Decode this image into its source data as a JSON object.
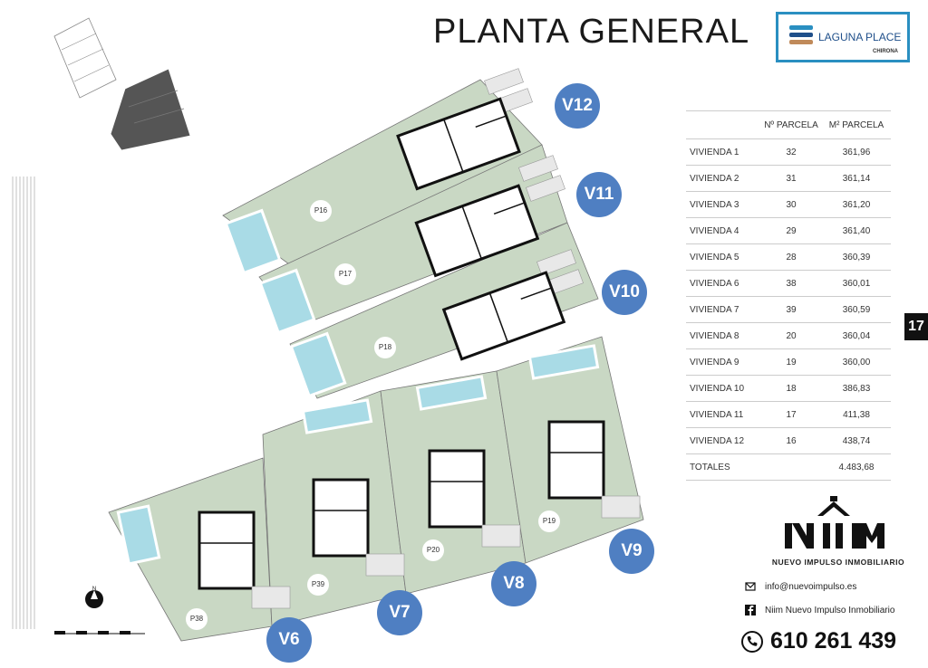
{
  "title": "PLANTA GENERAL",
  "logo": {
    "brand": "LAGUNA PLACE",
    "location": "CHIRONA",
    "colors": [
      "#2a8fc1",
      "#1f4f8a",
      "#c08a5a"
    ]
  },
  "page_number": "17",
  "table": {
    "headers": [
      "",
      "Nº PARCELA",
      "M² PARCELA"
    ],
    "rows": [
      [
        "VIVIENDA 1",
        "32",
        "361,96"
      ],
      [
        "VIVIENDA 2",
        "31",
        "361,14"
      ],
      [
        "VIVIENDA 3",
        "30",
        "361,20"
      ],
      [
        "VIVIENDA 4",
        "29",
        "361,40"
      ],
      [
        "VIVIENDA 5",
        "28",
        "360,39"
      ],
      [
        "VIVIENDA 6",
        "38",
        "360,01"
      ],
      [
        "VIVIENDA 7",
        "39",
        "360,59"
      ],
      [
        "VIVIENDA 8",
        "20",
        "360,04"
      ],
      [
        "VIVIENDA 9",
        "19",
        "360,00"
      ],
      [
        "VIVIENDA 10",
        "18",
        "386,83"
      ],
      [
        "VIVIENDA 11",
        "17",
        "411,38"
      ],
      [
        "VIVIENDA 12",
        "16",
        "438,74"
      ]
    ],
    "total_label": "TOTALES",
    "total_value": "4.483,68"
  },
  "agency": {
    "logo_text": "NIIM",
    "name": "NUEVO IMPULSO INMOBILIARIO",
    "email": "info@nuevoimpulso.es",
    "facebook": "Niim Nuevo Impulso Inmobiliario",
    "phone": "610 261 439"
  },
  "plan": {
    "villa_labels": [
      "V12",
      "V11",
      "V10",
      "V9",
      "V8",
      "V7",
      "V6"
    ],
    "parcel_labels": [
      "P16",
      "P17",
      "P18",
      "P19",
      "P20",
      "P39",
      "P38"
    ],
    "north": "N",
    "colors": {
      "garden": "#c9d8c4",
      "pool": "#a9dbe6",
      "wall": "#111111",
      "villa_marker": "#4f7fc2"
    }
  }
}
